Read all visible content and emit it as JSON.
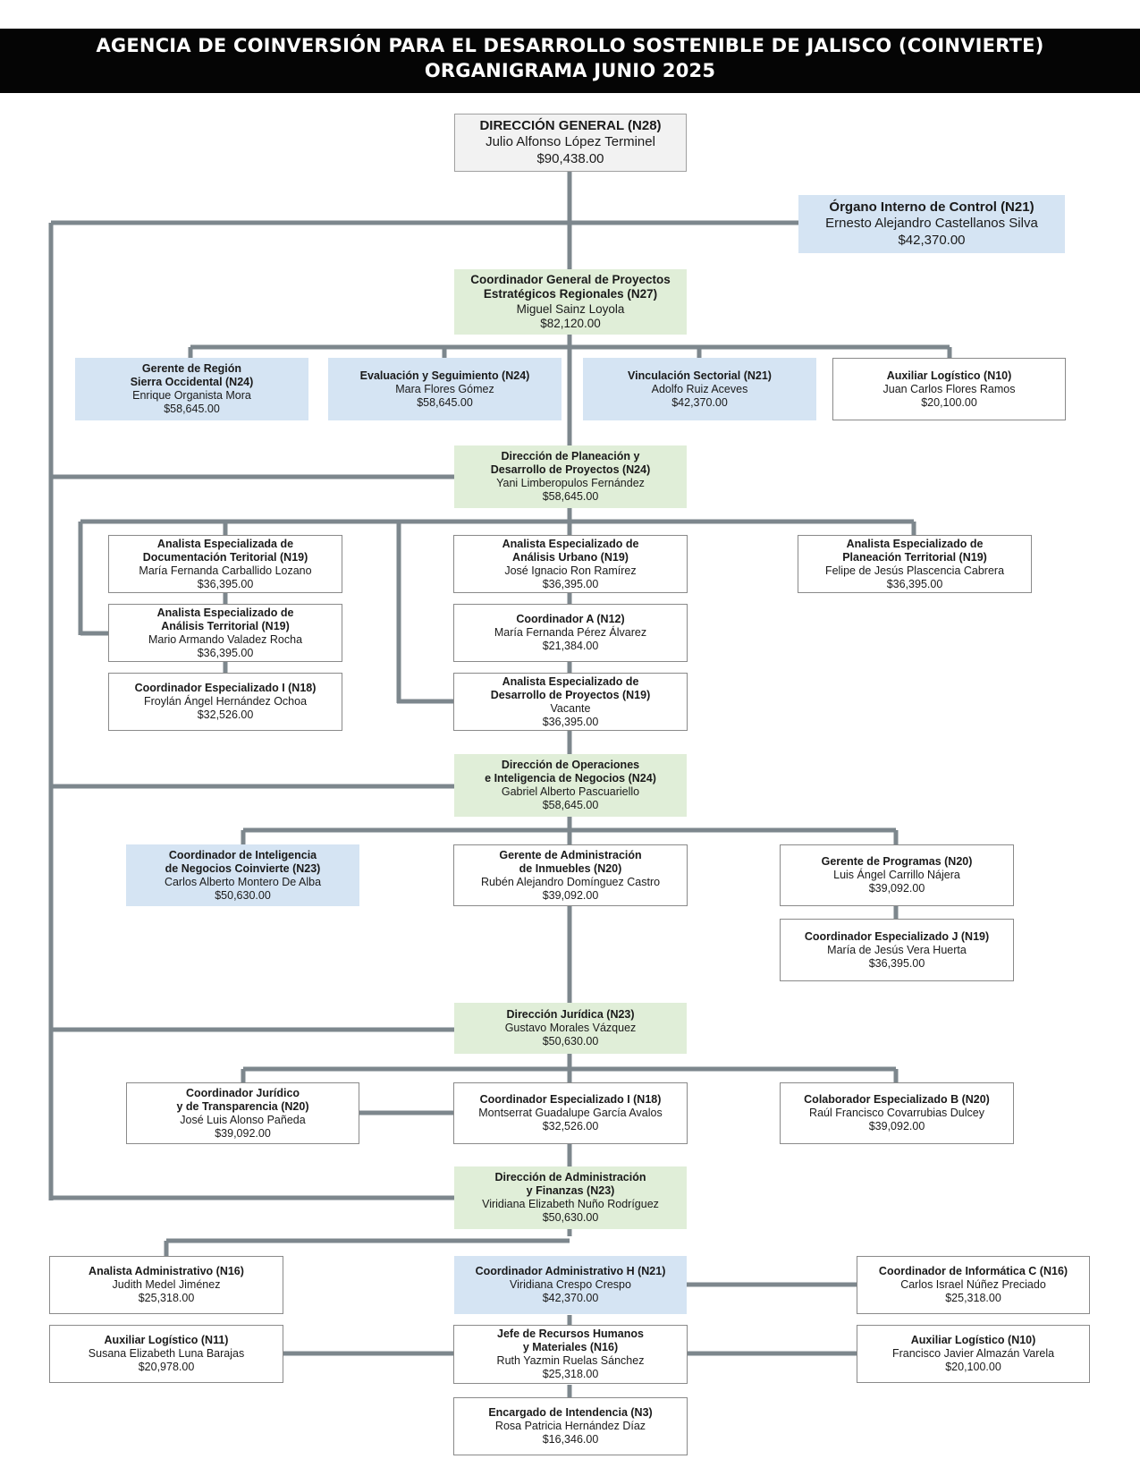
{
  "header": {
    "line1": "AGENCIA DE COINVERSIÓN PARA EL DESARROLLO SOSTENIBLE DE JALISCO (COINVIERTE)",
    "line2": "ORGANIGRAMA JUNIO 2025"
  },
  "colors": {
    "header_bg": "#050505",
    "connector": "#7d878d",
    "director_box": "#f2f2f2",
    "direction_box": "#e0eed8",
    "highlight_box": "#d5e4f3",
    "staff_box": "#ffffff"
  },
  "nodes": {
    "dg": {
      "title": "DIRECCIÓN GENERAL (N28)",
      "name": "Julio Alfonso López Terminel",
      "salary": "$90,438.00"
    },
    "oic": {
      "title": "Órgano Interno de Control (N21)",
      "name": "Ernesto Alejandro Castellanos Silva",
      "salary": "$42,370.00"
    },
    "cgp": {
      "title": "Coordinador General de Proyectos\nEstratégicos Regionales (N27)",
      "name": "Miguel Sainz Loyola",
      "salary": "$82,120.00"
    },
    "grso": {
      "title": "Gerente de Región\nSierra Occidental (N24)",
      "name": "Enrique Organista Mora",
      "salary": "$58,645.00"
    },
    "eys": {
      "title": "Evaluación y Seguimiento (N24)",
      "name": "Mara Flores Gómez",
      "salary": "$58,645.00"
    },
    "vs": {
      "title": "Vinculación Sectorial (N21)",
      "name": "Adolfo Ruiz Aceves",
      "salary": "$42,370.00"
    },
    "al1": {
      "title": "Auxiliar Logístico (N10)",
      "name": "Juan Carlos Flores Ramos",
      "salary": "$20,100.00"
    },
    "dpdp": {
      "title": "Dirección de Planeación y\nDesarrollo de Proyectos (N24)",
      "name": "Yani Limberopulos Fernández",
      "salary": "$58,645.00"
    },
    "aedt": {
      "title": "Analista Especializada de\nDocumentación Teritorial (N19)",
      "name": "María Fernanda Carballido Lozano",
      "salary": "$36,395.00"
    },
    "aeat": {
      "title": "Analista Especializado de\nAnálisis Territorial (N19)",
      "name": "Mario Armando Valadez Rocha",
      "salary": "$36,395.00"
    },
    "cei1": {
      "title": "Coordinador Especializado I (N18)",
      "name": "Froylán Ángel Hernández Ochoa",
      "salary": "$32,526.00"
    },
    "aeau": {
      "title": "Analista Especializado de\nAnálisis Urbano (N19)",
      "name": "José Ignacio Ron Ramírez",
      "salary": "$36,395.00"
    },
    "ca": {
      "title": "Coordinador A (N12)",
      "name": "María Fernanda Pérez Álvarez",
      "salary": "$21,384.00"
    },
    "aedp": {
      "title": "Analista Especializado de\nDesarrollo de Proyectos (N19)",
      "name": "Vacante",
      "salary": "$36,395.00"
    },
    "aept": {
      "title": "Analista Especializado de\nPlaneación Territorial (N19)",
      "name": "Felipe de Jesús Plascencia Cabrera",
      "salary": "$36,395.00"
    },
    "doin": {
      "title": "Dirección de Operaciones\ne Inteligencia de Negocios (N24)",
      "name": "Gabriel Alberto Pascuariello",
      "salary": "$58,645.00"
    },
    "cinc": {
      "title": "Coordinador de Inteligencia\nde Negocios Coinvierte (N23)",
      "name": "Carlos Alberto Montero De Alba",
      "salary": "$50,630.00"
    },
    "gai": {
      "title": "Gerente de Administración\nde Inmuebles (N20)",
      "name": "Rubén Alejandro Domínguez Castro",
      "salary": "$39,092.00"
    },
    "gp": {
      "title": "Gerente de Programas (N20)",
      "name": "Luis Ángel Carrillo Nájera",
      "salary": "$39,092.00"
    },
    "cej": {
      "title": "Coordinador Especializado J (N19)",
      "name": "María de Jesús Vera Huerta",
      "salary": "$36,395.00"
    },
    "dj": {
      "title": "Dirección Jurídica (N23)",
      "name": "Gustavo Morales Vázquez",
      "salary": "$50,630.00"
    },
    "cjt": {
      "title": "Coordinador Jurídico\ny de Transparencia (N20)",
      "name": "José Luis Alonso Pañeda",
      "salary": "$39,092.00"
    },
    "cei2": {
      "title": "Coordinador Especializado I (N18)",
      "name": "Montserrat Guadalupe García Avalos",
      "salary": "$32,526.00"
    },
    "ceb": {
      "title": "Colaborador Especializado B (N20)",
      "name": "Raúl Francisco Covarrubias Dulcey",
      "salary": "$39,092.00"
    },
    "daf": {
      "title": "Dirección de Administración\ny Finanzas (N23)",
      "name": "Viridiana Elizabeth Nuño Rodríguez",
      "salary": "$50,630.00"
    },
    "aadm": {
      "title": "Analista Administrativo (N16)",
      "name": "Judith Medel Jiménez",
      "salary": "$25,318.00"
    },
    "al11": {
      "title": "Auxiliar Logístico (N11)",
      "name": "Susana Elizabeth Luna Barajas",
      "salary": "$20,978.00"
    },
    "cah": {
      "title": "Coordinador Administrativo H (N21)",
      "name": "Viridiana Crespo Crespo",
      "salary": "$42,370.00"
    },
    "jrhm": {
      "title": "Jefe de Recursos Humanos\ny Materiales (N16)",
      "name": "Ruth Yazmin Ruelas Sánchez",
      "salary": "$25,318.00"
    },
    "ei": {
      "title": "Encargado de Intendencia (N3)",
      "name": "Rosa Patricia Hernández Díaz",
      "salary": "$16,346.00"
    },
    "cic": {
      "title": "Coordinador de Informática C (N16)",
      "name": "Carlos Israel Núñez Preciado",
      "salary": "$25,318.00"
    },
    "al10": {
      "title": "Auxiliar Logístico (N10)",
      "name": "Francisco Javier Almazán Varela",
      "salary": "$20,100.00"
    }
  }
}
